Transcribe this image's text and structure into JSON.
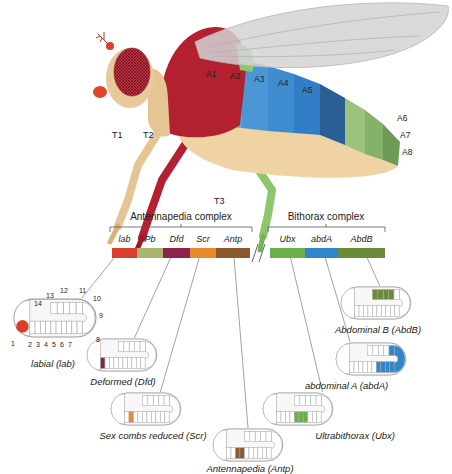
{
  "diagram": {
    "nodes": [
      {
        "text": [
          "lab"
        ]
      },
      {
        "text": [
          "Pb"
        ]
      },
      {
        "text": [
          "Dfd"
        ]
      },
      {
        "text": [
          "Scr"
        ]
      },
      {
        "text": [
          "Antp"
        ]
      },
      {
        "text": [
          "Ubx"
        ]
      },
      {
        "text": [
          "abdA"
        ]
      },
      {
        "text": [
          "AbdB"
        ]
      },
      {
        "text": [
          "labial (lab)"
        ]
      },
      {
        "text": [
          "Deformed (Dfd)"
        ]
      },
      {
        "text": [
          "Sex combs reduced (Scr)"
        ]
      },
      {
        "text": [
          "Antennapedia (Antp)"
        ]
      },
      {
        "text": [
          "Ultrabithorax (Ubx)"
        ]
      },
      {
        "text": [
          "abdominal A (abdA)"
        ]
      },
      {
        "text": [
          "Abdominal B (AbdB)"
        ]
      }
    ],
    "edges": [
      {
        "from": 0,
        "to": 8,
        "arrow": "none"
      },
      {
        "from": 2,
        "to": 9,
        "arrow": "none"
      },
      {
        "from": 3,
        "to": 10,
        "arrow": "none"
      },
      {
        "from": 4,
        "to": 11,
        "arrow": "none"
      },
      {
        "from": 5,
        "to": 12,
        "arrow": "none"
      },
      {
        "from": 6,
        "to": 13,
        "arrow": "none"
      },
      {
        "from": 7,
        "to": 14,
        "arrow": "none"
      }
    ],
    "labels": [
      "T1",
      "T2",
      "T3",
      "A1",
      "A2",
      "A3",
      "A4",
      "A5",
      "A6",
      "A7",
      "A8",
      "Antennapedia complex",
      "Bithorax complex",
      "1",
      "2",
      "3",
      "4",
      "5",
      "6",
      "7",
      "8",
      "9",
      "10",
      "11",
      "12",
      "13",
      "14"
    ]
  }
}
